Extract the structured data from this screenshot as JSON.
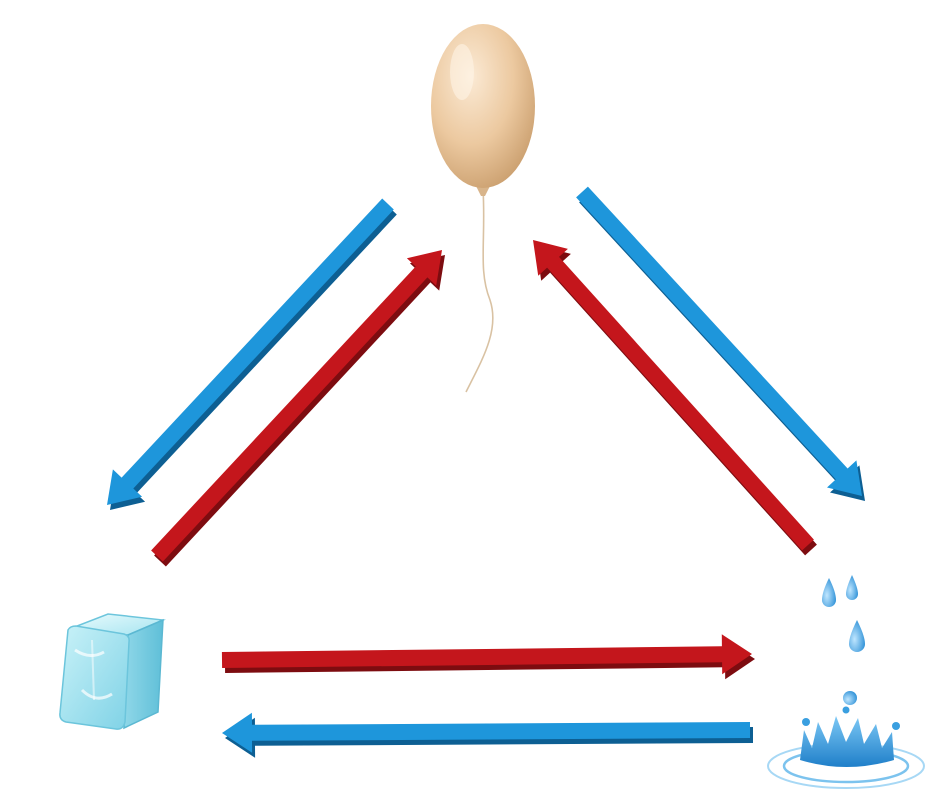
{
  "diagram": {
    "nodes": [
      {
        "id": "gas",
        "icon": "balloon-icon",
        "color": "#eacba4"
      },
      {
        "id": "solid",
        "icon": "ice-cube-icon",
        "color": "#9fe0ee"
      },
      {
        "id": "liquid",
        "icon": "water-splash-icon",
        "color": "#3a9fe0"
      }
    ],
    "arrows": [
      {
        "from": "gas",
        "to": "solid",
        "color": "blue"
      },
      {
        "from": "solid",
        "to": "gas",
        "color": "red"
      },
      {
        "from": "gas",
        "to": "liquid",
        "color": "blue"
      },
      {
        "from": "liquid",
        "to": "gas",
        "color": "red"
      },
      {
        "from": "solid",
        "to": "liquid",
        "color": "red"
      },
      {
        "from": "liquid",
        "to": "solid",
        "color": "blue"
      }
    ],
    "colors": {
      "red": "#c4161c",
      "red_dark": "#7d0c10",
      "blue": "#1e96db",
      "blue_dark": "#0d5f93"
    }
  }
}
